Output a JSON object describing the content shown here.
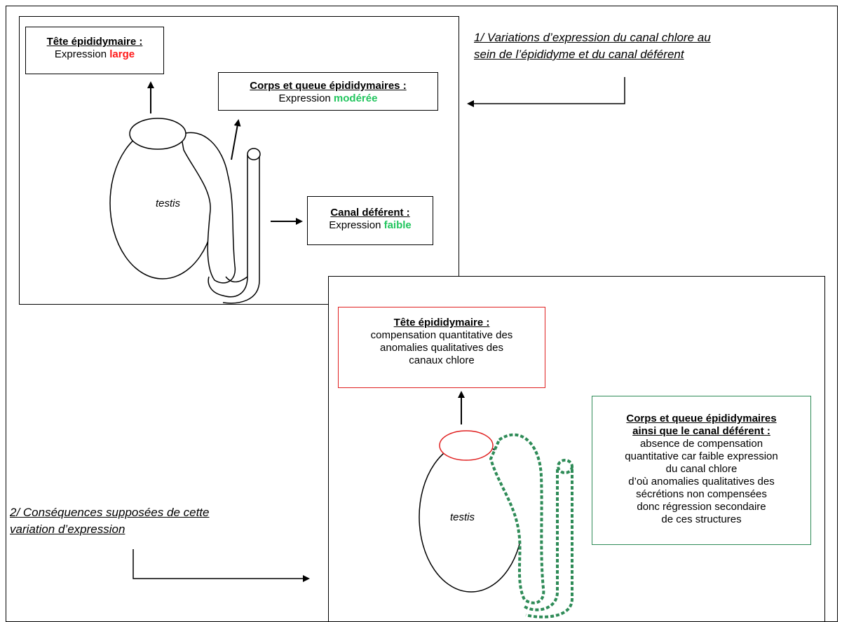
{
  "panel1": {
    "note_line1": "1/ Variations d’expression du canal chlore au",
    "note_line2": "sein de l’épididyme et du canal déférent",
    "head_box": {
      "title": "Tête épididymaire :",
      "prefix": "Expression ",
      "level": "large"
    },
    "body_box": {
      "title": "Corps et queue épididymaires :",
      "prefix": "Expression ",
      "level": "modérée"
    },
    "duct_box": {
      "title": "Canal déférent :",
      "prefix": "Expression ",
      "level": "faible"
    },
    "testis_label": "testis"
  },
  "panel2": {
    "note_line1": "2/ Conséquences supposées de cette",
    "note_line2": "variation d’expression",
    "head_box": {
      "title": "Tête épididymaire :",
      "line1": "compensation quantitative des",
      "line2": "anomalies qualitatives des",
      "line3": "canaux chlore"
    },
    "body_box": {
      "title1": "Corps et queue épididymaires",
      "title2": "ainsi que le canal déférent :",
      "line1": "absence de compensation",
      "line2": "quantitative car faible expression",
      "line3": "du canal chlore",
      "line4": "d’où anomalies qualitatives des",
      "line5": "sécrétions non compensées",
      "line6": "donc régression secondaire",
      "line7": "de ces structures"
    },
    "testis_label": "testis"
  },
  "colors": {
    "high": "#ff1a1a",
    "low": "#22c55e",
    "red_outline": "#e02020",
    "green_outline": "#2e8b57"
  }
}
